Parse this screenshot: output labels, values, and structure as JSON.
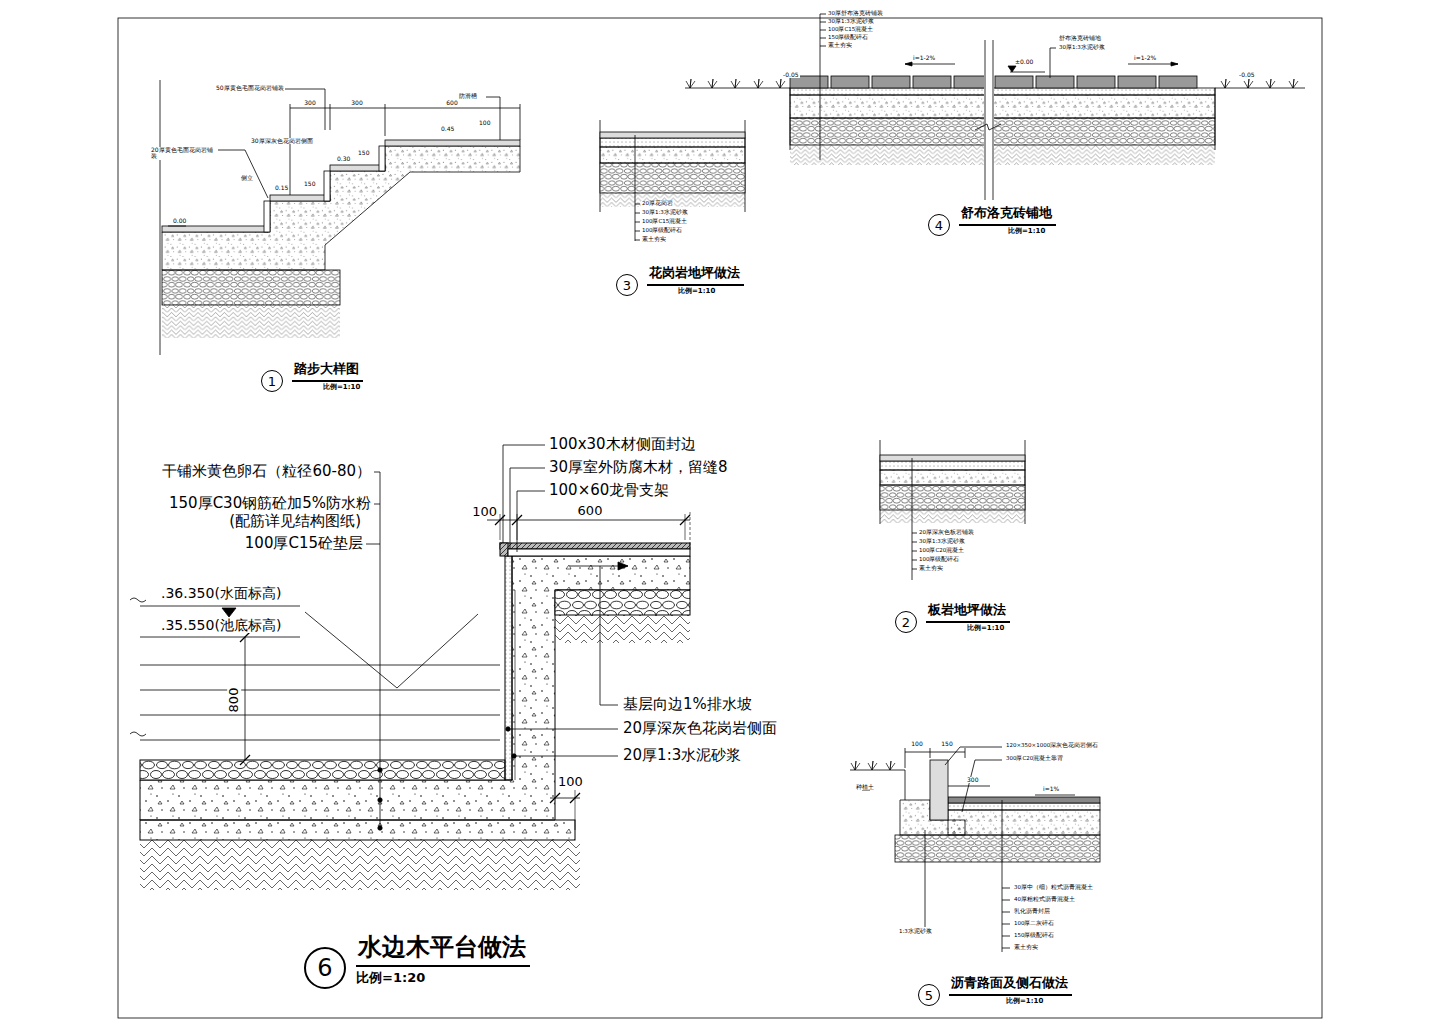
{
  "diagram": {
    "nodes": [
      {
        "text": [
          "1",
          "踏步大样图",
          "比例=1:10"
        ]
      },
      {
        "text": [
          "3",
          "花岗岩地坪做法",
          "比例=1:10"
        ]
      },
      {
        "text": [
          "4",
          "舒布洛克砖铺地",
          "比例=1:10"
        ]
      },
      {
        "text": [
          "2",
          "板岩地坪做法",
          "比例=1:10"
        ]
      },
      {
        "text": [
          "6",
          "水边木平台做法",
          "比例=1:20"
        ]
      },
      {
        "text": [
          "5",
          "沥青路面及侧石做法",
          "比例=1:10"
        ]
      }
    ],
    "labels": [
      "干铺米黄色卵石（粒径60-80）",
      "150厚C30钢筋砼加5%防水粉",
      "(配筋详见结构图纸)",
      "100厚C15砼垫层",
      ".36.350(水面标高)",
      ".35.550(池底标高)",
      "800",
      "100",
      "600",
      "100x30木材侧面封边",
      "30厚室外防腐木材，留缝8",
      "100×60龙骨支架",
      "基层向边1%排水坡",
      "20厚深灰色花岗岩侧面",
      "20厚1:3水泥砂浆",
      "100",
      "50厚黄色毛面花岗岩铺装",
      "300",
      "300",
      "600",
      "防滑槽",
      "30厚深灰色花岗岩侧面",
      "0.45",
      "100",
      "0.30",
      "150",
      "0.15",
      "150",
      "20厚黄色毛面花岗岩铺装",
      "侧立",
      "0.00",
      "20厚花岗岩",
      "30厚1:3水泥砂浆",
      "100厚C15混凝土",
      "100厚级配碎石",
      "素土夯实",
      "30厚舒布洛克砖铺装",
      "30厚1:3水泥砂浆",
      "100厚C15混凝土",
      "150厚级配碎石",
      "素土夯实",
      "i=1-2%",
      "-0.05",
      "±0.00",
      "舒布洛克砖铺地",
      "30厚1:3水泥砂浆",
      "i=1-2%",
      "-0.05",
      "20厚深灰色板岩铺装",
      "30厚1:3水泥砂浆",
      "100厚C20混凝土",
      "100厚级配碎石",
      "素土夯实",
      "120×350×1000深灰色花岗岩侧石",
      "300厚C20混凝土靠背",
      "100",
      "150",
      "300",
      "i=1%",
      "种植土",
      "1:3水泥砂浆",
      "30厚中（细）粒式沥青混凝土",
      "40厚粗粒式沥青混凝土",
      "乳化沥青封层",
      "100厚二灰碎石",
      "150厚级配碎石",
      "素土夯实"
    ]
  }
}
